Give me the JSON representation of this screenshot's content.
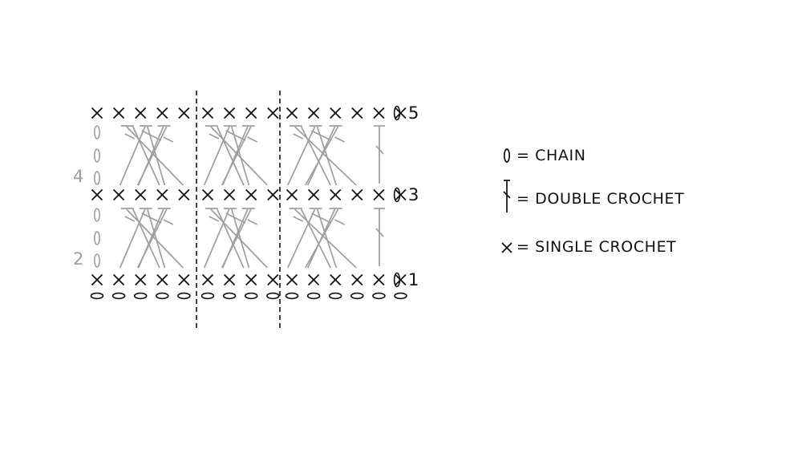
{
  "colors": {
    "ink": "#111111",
    "pattern_gray": "#9e9e9e",
    "background": "#ffffff"
  },
  "row_numbers": {
    "right": [
      "5",
      "3",
      "1"
    ],
    "left": [
      "4",
      "2"
    ]
  },
  "legend": [
    {
      "icon": "chain-icon",
      "text": "= CHAIN"
    },
    {
      "icon": "double-crochet-icon",
      "text": "= DOUBLE CROCHET"
    },
    {
      "icon": "single-crochet-icon",
      "text": "= SINGLE CROCHET"
    }
  ],
  "chart_structure": {
    "foundation_chains": 15,
    "single_crochets_per_row": 15,
    "repeat_groups": [
      5,
      4,
      6
    ],
    "single_crochet_rows": [
      1,
      3,
      5
    ],
    "double_crochet_rows": [
      2,
      4
    ],
    "turning_chains_per_dc_row": 3,
    "repeat_dividers": 2
  }
}
